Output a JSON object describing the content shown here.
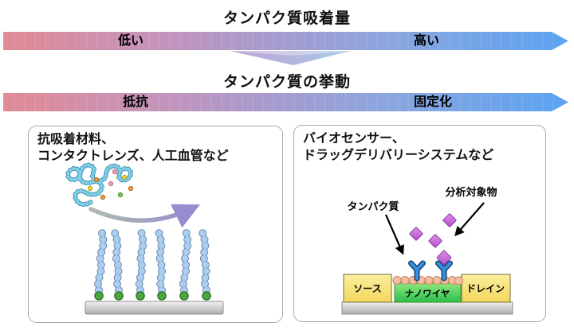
{
  "colors": {
    "bar-pink": "#e08a95",
    "bar-purple": "#a39bd0",
    "bar-blue": "#5ba3f2",
    "panel-border": "#a9a9a9",
    "bead-blue": "#aacdf0",
    "bead-outline": "#587a9e",
    "anchor-green": "#47a83b",
    "protein-cyan": "#7ecfe9",
    "diamond-purple": "#c467d8",
    "antibody-blue": "#3590e0",
    "electrode-yellow": "#f8e170",
    "nanowire-green": "#45cc55",
    "adsorbed-peach": "#f6bc9e",
    "substrate-grey": "#c9c9c9"
  },
  "adsorption": {
    "title": "タンパク質吸着量",
    "low": "低い",
    "high": "高い"
  },
  "behavior": {
    "title": "タンパク質の挙動",
    "left": "抵抗",
    "right": "固定化"
  },
  "left_panel": {
    "line1": "抗吸着材料、",
    "line2": "コンタクトレンズ、人工血管など"
  },
  "right_panel": {
    "line1": "バイオセンサー、",
    "line2": "ドラッグデリバリーシステムなど",
    "labels": {
      "protein": "タンパク質",
      "analyte": "分析対象物",
      "source": "ソース",
      "nanowire": "ナノワイヤ",
      "drain": "ドレイン"
    }
  }
}
